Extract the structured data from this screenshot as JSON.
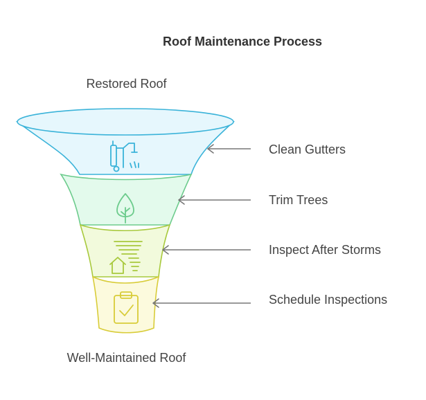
{
  "title": "Roof Maintenance Process",
  "funnel": {
    "top_label": "Restored Roof",
    "bottom_label": "Well-Maintained Roof",
    "stages": [
      {
        "label": "Clean Gutters",
        "icon": "gutter-cleaning-icon",
        "fill": "#E6F7FD",
        "stroke": "#3AB3D9"
      },
      {
        "label": "Trim Trees",
        "icon": "tree-icon",
        "fill": "#E3FAEC",
        "stroke": "#6CCB8C"
      },
      {
        "label": "Inspect After Storms",
        "icon": "storm-house-icon",
        "fill": "#F2FADC",
        "stroke": "#A8C93D"
      },
      {
        "label": "Schedule Inspections",
        "icon": "clipboard-check-icon",
        "fill": "#FCFADD",
        "stroke": "#D8CC38"
      }
    ]
  },
  "colors": {
    "arrow": "#777777",
    "text": "#444444",
    "title": "#333333"
  }
}
